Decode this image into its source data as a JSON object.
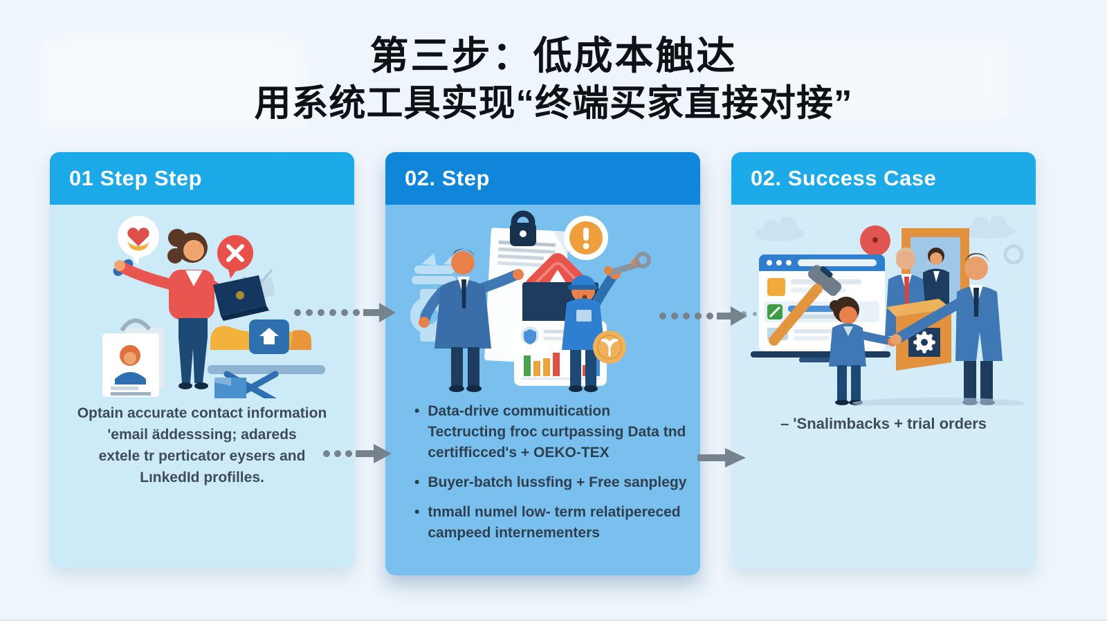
{
  "title": {
    "line1": "第三步：低成本触达",
    "line2": "用系统工具实现“终端买家直接对接”"
  },
  "cards": [
    {
      "header": "01 Step Step",
      "lines": [
        "Optain accurate contact information",
        "'email äddesssing; adareds",
        "extele tr perticator eysers and",
        "LınkedId profilles."
      ]
    },
    {
      "header": "02. Step",
      "bullet_glyph": "•",
      "bullets": [
        {
          "lines": [
            "Data-drive commuitication",
            "Tectructing froc curtpassing Data tnd",
            "certifficced's + OEKO-TEX"
          ]
        },
        {
          "lines": [
            "Buyer-batch lussfing + Free sanplegy"
          ]
        },
        {
          "lines": [
            "tnmall numel low- term relatipereced",
            "campeed internementers"
          ]
        }
      ]
    },
    {
      "header": "02. Success Case",
      "lines": [
        "–  'Snalimbacks + trial orders"
      ]
    }
  ],
  "colors": {
    "page_background": "#eef5fb",
    "header_blue_bright": "#1baae8",
    "header_blue_dark": "#0f86da",
    "card1_body": "#cdeaf8",
    "card2_body": "#7ac0ee",
    "card3_body": "#d4ecf8",
    "arrow_grey": "#76828e",
    "accent_red": "#e8544c",
    "accent_orange": "#eda23c",
    "accent_navy": "#1d3c5e"
  }
}
